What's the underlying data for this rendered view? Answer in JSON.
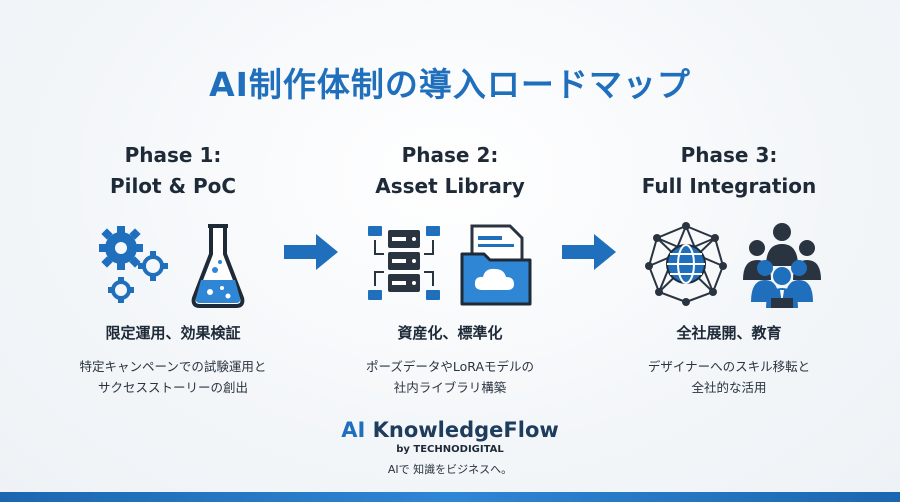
{
  "title": "AI制作体制の導入ロードマップ",
  "colors": {
    "accent": "#1f6fbd",
    "dark": "#1e2a38",
    "bar": "#2f86d4"
  },
  "phases": [
    {
      "title_line1": "Phase 1:",
      "title_line2": "Pilot & PoC",
      "icons": [
        "gears-icon",
        "flask-icon"
      ],
      "heading": "限定運用、効果検証",
      "desc_line1": "特定キャンペーンでの試験運用と",
      "desc_line2": "サクセスストーリーの創出"
    },
    {
      "title_line1": "Phase 2:",
      "title_line2": "Asset Library",
      "icons": [
        "server-icon",
        "cloud-folder-icon"
      ],
      "heading": "資産化、標準化",
      "desc_line1": "ポーズデータやLoRAモデルの",
      "desc_line2": "社内ライブラリ構築"
    },
    {
      "title_line1": "Phase 3:",
      "title_line2": "Full Integration",
      "icons": [
        "network-globe-icon",
        "team-icon"
      ],
      "heading": "全社展開、教育",
      "desc_line1": "デザイナーへのスキル移転と",
      "desc_line2": "全社的な活用"
    }
  ],
  "brand": {
    "name_prefix": "AI",
    "name_rest": " KnowledgeFlow",
    "by": "by TECHNODIGITAL",
    "tagline": "AIで 知識をビジネスへ。"
  }
}
